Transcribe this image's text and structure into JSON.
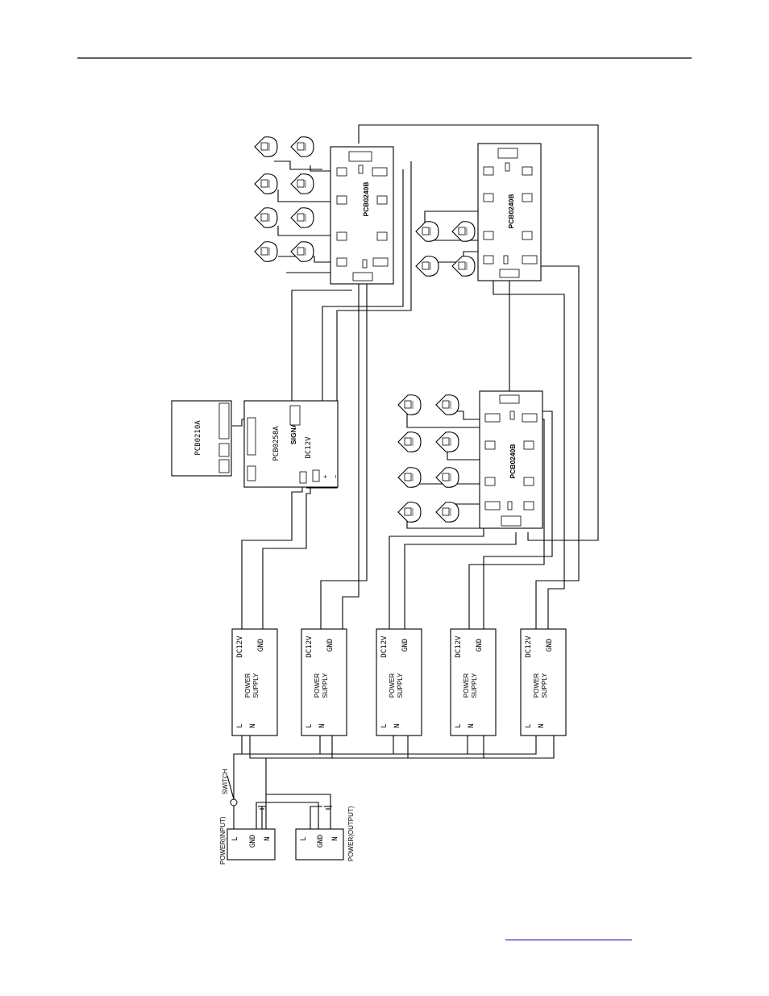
{
  "boards": {
    "pcb0240b": "PCB0240B",
    "pcb0258a": "PCB0258A",
    "pcb0210a": "PCB0210A",
    "signal": "SIGNAL",
    "dc12v": "DC12V",
    "plus": "+",
    "minus": "−"
  },
  "power_supply": {
    "line1": "POWER",
    "line2": "SUPPLY",
    "dc": "DC12V",
    "gnd": "GND",
    "l": "L",
    "n": "N"
  },
  "mains": {
    "switch": "SWITCH",
    "input": "POWER(INPUT)",
    "output": "POWER(OUTPUT)",
    "l": "L",
    "gnd": "GND",
    "n": "N"
  }
}
